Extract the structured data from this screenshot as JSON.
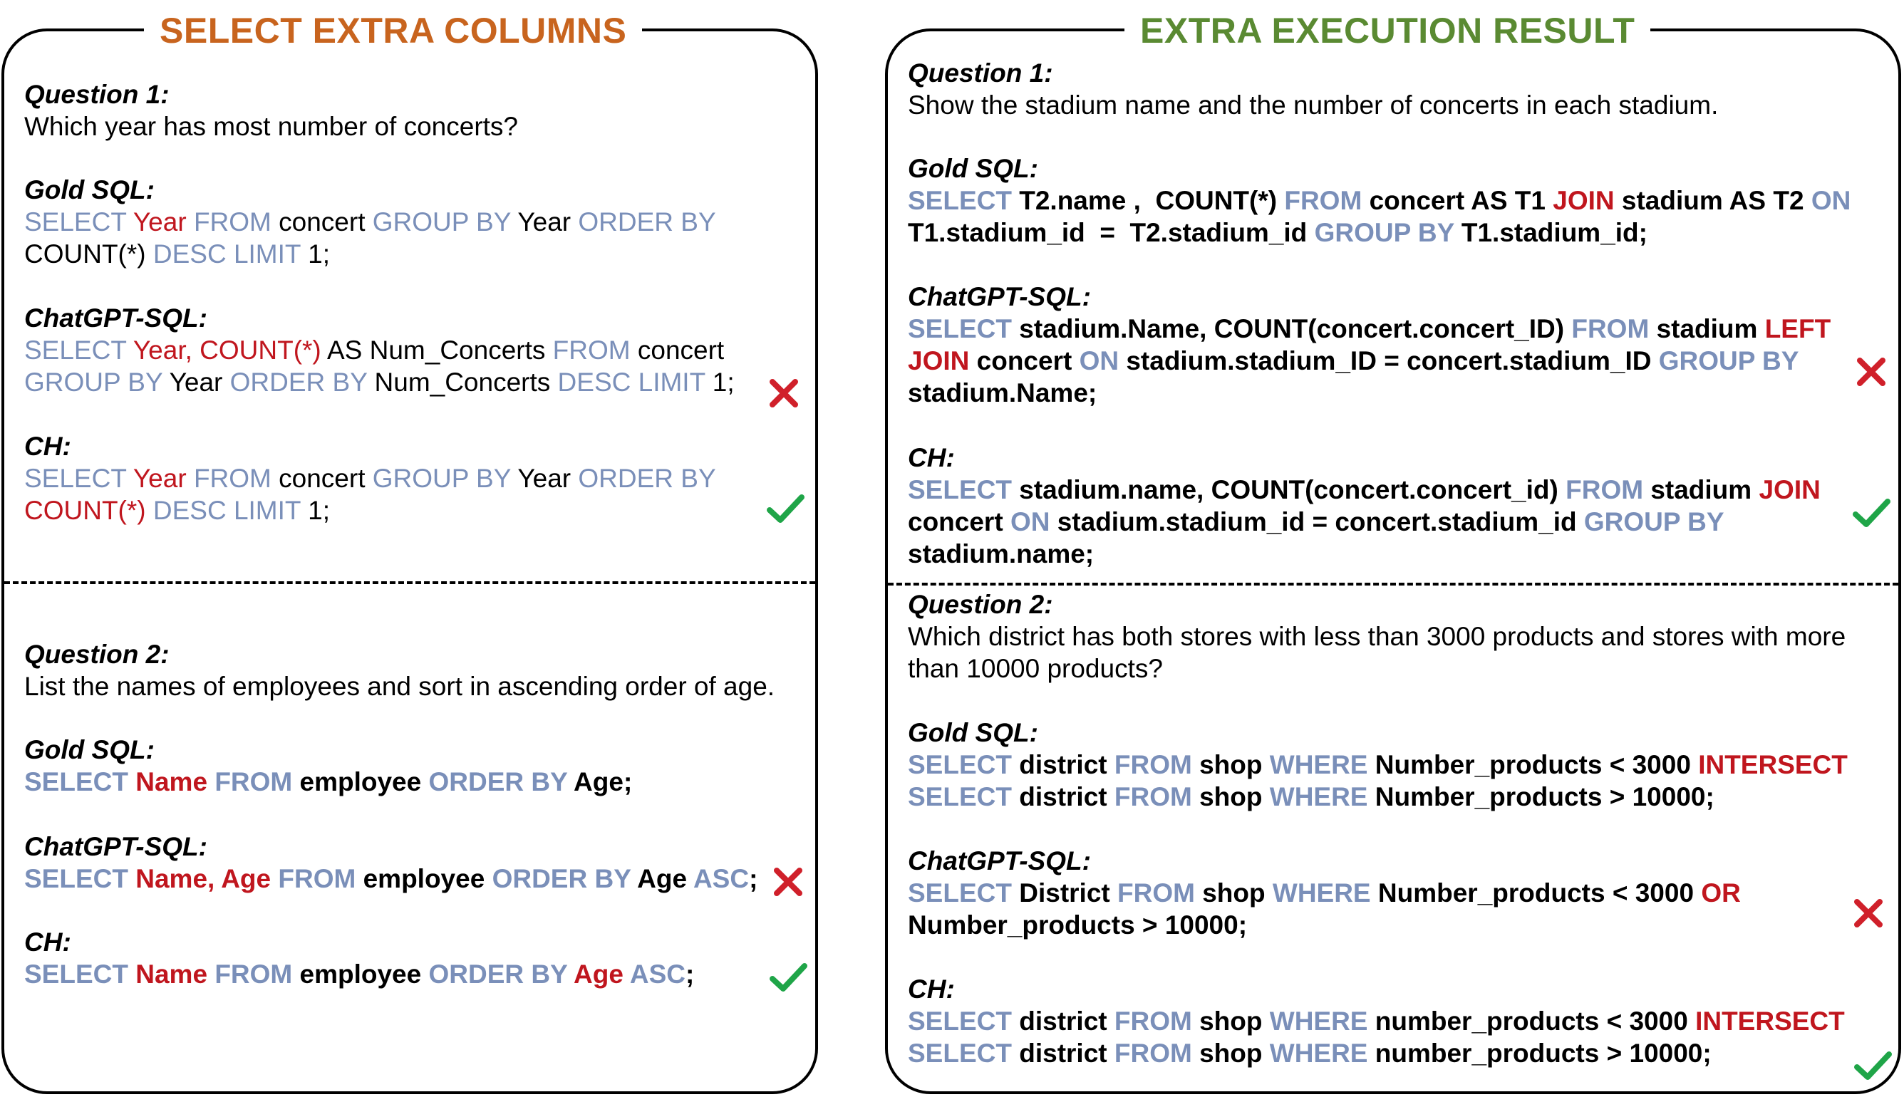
{
  "left": {
    "title": "SELECT EXTRA COLUMNS",
    "q1": {
      "label": "Question 1:",
      "text": [
        "Which year has most number of concerts?"
      ],
      "gold_label": "Gold SQL:",
      "gold_lines": [
        [
          {
            "t": "SELECT ",
            "c": "kw"
          },
          {
            "t": "Year ",
            "c": "hl"
          },
          {
            "t": "FROM ",
            "c": "kw"
          },
          {
            "t": "concert ",
            "c": "plain"
          },
          {
            "t": "GROUP BY ",
            "c": "kw"
          },
          {
            "t": "Year ",
            "c": "plain"
          },
          {
            "t": "ORDER BY",
            "c": "kw"
          }
        ],
        [
          {
            "t": "COUNT(*) ",
            "c": "plain"
          },
          {
            "t": "DESC LIMIT ",
            "c": "kw"
          },
          {
            "t": "1;",
            "c": "plain"
          }
        ]
      ],
      "chatgpt_label": "ChatGPT-SQL:",
      "chatgpt_lines": [
        [
          {
            "t": "SELECT ",
            "c": "kw"
          },
          {
            "t": "Year, COUNT(*) ",
            "c": "hl"
          },
          {
            "t": "AS Num_Concerts ",
            "c": "plain"
          },
          {
            "t": "FROM ",
            "c": "kw"
          },
          {
            "t": "concert",
            "c": "plain"
          }
        ],
        [
          {
            "t": "GROUP BY ",
            "c": "kw"
          },
          {
            "t": "Year ",
            "c": "plain"
          },
          {
            "t": "ORDER BY ",
            "c": "kw"
          },
          {
            "t": "Num_Concerts ",
            "c": "plain"
          },
          {
            "t": "DESC LIMIT ",
            "c": "kw"
          },
          {
            "t": "1;",
            "c": "plain"
          }
        ]
      ],
      "ch_label": "CH:",
      "ch_lines": [
        [
          {
            "t": "SELECT ",
            "c": "kw"
          },
          {
            "t": "Year ",
            "c": "hl"
          },
          {
            "t": "FROM ",
            "c": "kw"
          },
          {
            "t": "concert ",
            "c": "plain"
          },
          {
            "t": "GROUP BY ",
            "c": "kw"
          },
          {
            "t": "Year ",
            "c": "plain"
          },
          {
            "t": "ORDER BY",
            "c": "kw"
          }
        ],
        [
          {
            "t": "COUNT(*) ",
            "c": "hl"
          },
          {
            "t": "DESC LIMIT ",
            "c": "kw"
          },
          {
            "t": "1;",
            "c": "plain"
          }
        ]
      ]
    },
    "q2": {
      "label": "Question 2:",
      "text": [
        "List the names of employees and sort in ascending order of age."
      ],
      "gold_label": "Gold SQL:",
      "gold_lines": [
        [
          {
            "t": "SELECT ",
            "c": "kw"
          },
          {
            "t": "Name ",
            "c": "hl"
          },
          {
            "t": "FROM ",
            "c": "kw"
          },
          {
            "t": "employee ",
            "c": "plain"
          },
          {
            "t": "ORDER BY ",
            "c": "kw"
          },
          {
            "t": "Age;",
            "c": "plain"
          }
        ]
      ],
      "chatgpt_label": "ChatGPT-SQL:",
      "chatgpt_lines": [
        [
          {
            "t": "SELECT ",
            "c": "kw"
          },
          {
            "t": "Name, Age ",
            "c": "hl"
          },
          {
            "t": "FROM ",
            "c": "kw"
          },
          {
            "t": "employee ",
            "c": "plain"
          },
          {
            "t": "ORDER BY ",
            "c": "kw"
          },
          {
            "t": "Age ",
            "c": "plain"
          },
          {
            "t": "ASC",
            "c": "kw"
          },
          {
            "t": ";",
            "c": "plain"
          }
        ]
      ],
      "ch_label": "CH:",
      "ch_lines": [
        [
          {
            "t": "SELECT ",
            "c": "kw"
          },
          {
            "t": "Name ",
            "c": "hl"
          },
          {
            "t": "FROM ",
            "c": "kw"
          },
          {
            "t": "employee ",
            "c": "plain"
          },
          {
            "t": "ORDER BY ",
            "c": "kw"
          },
          {
            "t": "Age ",
            "c": "hl"
          },
          {
            "t": "ASC",
            "c": "kw"
          },
          {
            "t": ";",
            "c": "plain"
          }
        ]
      ]
    }
  },
  "right": {
    "title": "EXTRA EXECUTION RESULT",
    "q1": {
      "label": "Question 1:",
      "text": [
        "Show the stadium name and the number of concerts in each stadium."
      ],
      "gold_label": "Gold SQL:",
      "gold_lines": [
        [
          {
            "t": "SELECT ",
            "c": "kw"
          },
          {
            "t": "T2.name ,  COUNT(*) ",
            "c": "plain"
          },
          {
            "t": "FROM ",
            "c": "kw"
          },
          {
            "t": "concert AS T1 ",
            "c": "plain"
          },
          {
            "t": "JOIN ",
            "c": "hl"
          },
          {
            "t": "stadium AS T2 ",
            "c": "plain"
          },
          {
            "t": "ON",
            "c": "kw"
          }
        ],
        [
          {
            "t": "T1.stadium_id  =  T2.stadium_id ",
            "c": "plain"
          },
          {
            "t": "GROUP BY ",
            "c": "kw"
          },
          {
            "t": "T1.stadium_id;",
            "c": "plain"
          }
        ]
      ],
      "chatgpt_label": "ChatGPT-SQL:",
      "chatgpt_lines": [
        [
          {
            "t": "SELECT ",
            "c": "kw"
          },
          {
            "t": "stadium.Name, COUNT(concert.concert_ID) ",
            "c": "plain"
          },
          {
            "t": "FROM ",
            "c": "kw"
          },
          {
            "t": "stadium ",
            "c": "plain"
          },
          {
            "t": "LEFT",
            "c": "hl"
          }
        ],
        [
          {
            "t": "JOIN ",
            "c": "hl"
          },
          {
            "t": "concert ",
            "c": "plain"
          },
          {
            "t": "ON ",
            "c": "kw"
          },
          {
            "t": "stadium.stadium_ID = concert.stadium_ID ",
            "c": "plain"
          },
          {
            "t": "GROUP BY",
            "c": "kw"
          }
        ],
        [
          {
            "t": "stadium.Name;",
            "c": "plain"
          }
        ]
      ],
      "ch_label": "CH:",
      "ch_lines": [
        [
          {
            "t": "SELECT ",
            "c": "kw"
          },
          {
            "t": "stadium.name, COUNT(concert.concert_id) ",
            "c": "plain"
          },
          {
            "t": "FROM ",
            "c": "kw"
          },
          {
            "t": "stadium ",
            "c": "plain"
          },
          {
            "t": "JOIN",
            "c": "hl"
          }
        ],
        [
          {
            "t": "concert ",
            "c": "plain"
          },
          {
            "t": "ON ",
            "c": "kw"
          },
          {
            "t": "stadium.stadium_id = concert.stadium_id ",
            "c": "plain"
          },
          {
            "t": "GROUP BY",
            "c": "kw"
          }
        ],
        [
          {
            "t": "stadium.name;",
            "c": "plain"
          }
        ]
      ]
    },
    "q2": {
      "label": "Question 2:",
      "text": [
        "Which district has both stores with less than 3000 products and stores with more",
        "than 10000 products?"
      ],
      "gold_label": "Gold SQL:",
      "gold_lines": [
        [
          {
            "t": "SELECT ",
            "c": "kw"
          },
          {
            "t": "district ",
            "c": "plain"
          },
          {
            "t": "FROM ",
            "c": "kw"
          },
          {
            "t": "shop ",
            "c": "plain"
          },
          {
            "t": "WHERE ",
            "c": "kw"
          },
          {
            "t": "Number_products < 3000 ",
            "c": "plain"
          },
          {
            "t": "INTERSECT",
            "c": "hl"
          }
        ],
        [
          {
            "t": "SELECT ",
            "c": "kw"
          },
          {
            "t": "district ",
            "c": "plain"
          },
          {
            "t": "FROM ",
            "c": "kw"
          },
          {
            "t": "shop ",
            "c": "plain"
          },
          {
            "t": "WHERE ",
            "c": "kw"
          },
          {
            "t": "Number_products > 10000;",
            "c": "plain"
          }
        ]
      ],
      "chatgpt_label": "ChatGPT-SQL:",
      "chatgpt_lines": [
        [
          {
            "t": "SELECT ",
            "c": "kw"
          },
          {
            "t": "District ",
            "c": "plain"
          },
          {
            "t": "FROM ",
            "c": "kw"
          },
          {
            "t": "shop ",
            "c": "plain"
          },
          {
            "t": "WHERE ",
            "c": "kw"
          },
          {
            "t": "Number_products < 3000 ",
            "c": "plain"
          },
          {
            "t": "OR",
            "c": "hl"
          }
        ],
        [
          {
            "t": "Number_products > 10000;",
            "c": "plain"
          }
        ]
      ],
      "ch_label": "CH:",
      "ch_lines": [
        [
          {
            "t": "SELECT ",
            "c": "kw"
          },
          {
            "t": "district ",
            "c": "plain"
          },
          {
            "t": "FROM ",
            "c": "kw"
          },
          {
            "t": "shop ",
            "c": "plain"
          },
          {
            "t": "WHERE ",
            "c": "kw"
          },
          {
            "t": "number_products < 3000 ",
            "c": "plain"
          },
          {
            "t": "INTERSECT",
            "c": "hl"
          }
        ],
        [
          {
            "t": "SELECT ",
            "c": "kw"
          },
          {
            "t": "district ",
            "c": "plain"
          },
          {
            "t": "FROM ",
            "c": "kw"
          },
          {
            "t": "shop ",
            "c": "plain"
          },
          {
            "t": "WHERE ",
            "c": "kw"
          },
          {
            "t": "number_products > 10000;",
            "c": "plain"
          }
        ]
      ]
    }
  },
  "colors": {
    "keyword": "#7a8fb9",
    "highlight": "#c0161e",
    "left_title": "#c8641e",
    "right_title": "#5a8a32",
    "cross": "#d0202a",
    "check": "#1fa548"
  },
  "icons": {
    "incorrect": "cross-icon",
    "correct": "check-icon"
  }
}
